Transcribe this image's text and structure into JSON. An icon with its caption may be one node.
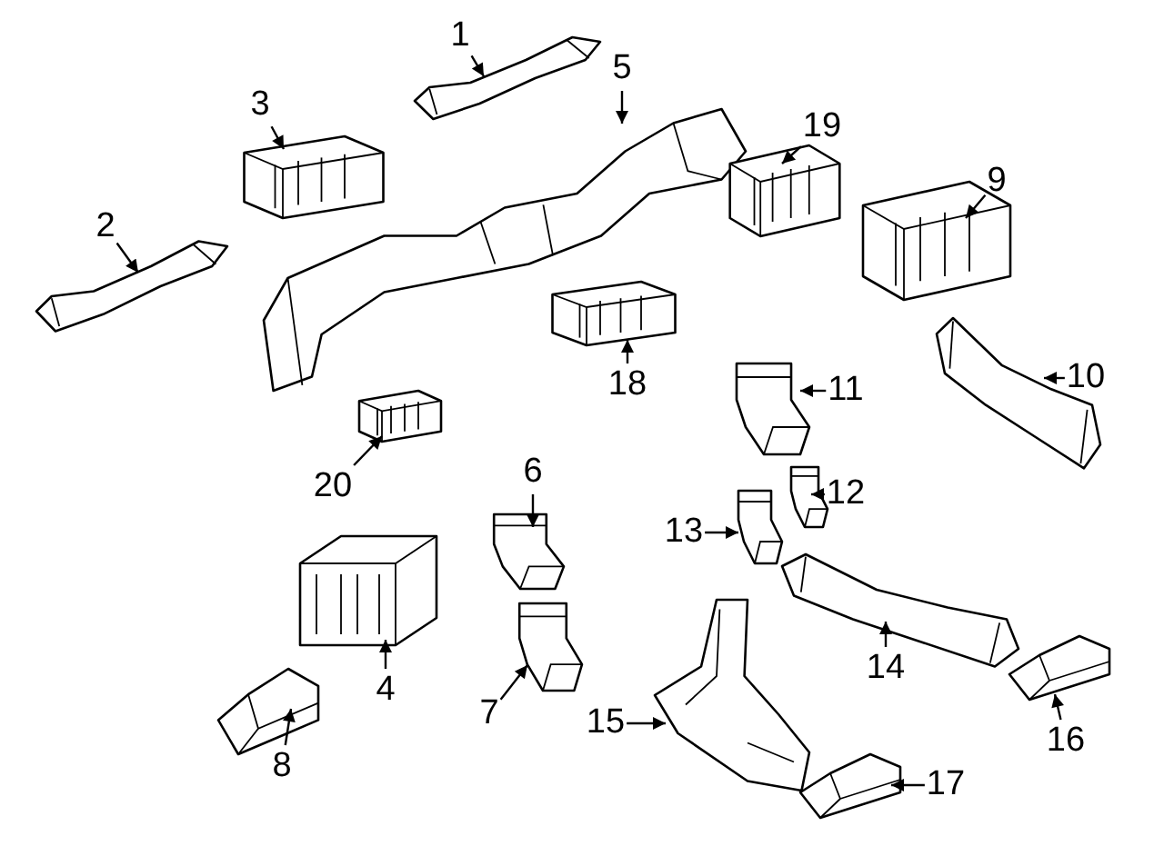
{
  "diagram": {
    "nodes": [
      {
        "text": [
          "1"
        ]
      },
      {
        "text": [
          "2"
        ]
      },
      {
        "text": [
          "3"
        ]
      },
      {
        "text": [
          "4"
        ]
      },
      {
        "text": [
          "5"
        ]
      },
      {
        "text": [
          "6"
        ]
      },
      {
        "text": [
          "7"
        ]
      },
      {
        "text": [
          "8"
        ]
      },
      {
        "text": [
          "9"
        ]
      },
      {
        "text": [
          "10"
        ]
      },
      {
        "text": [
          "11"
        ]
      },
      {
        "text": [
          "12"
        ]
      },
      {
        "text": [
          "13"
        ]
      },
      {
        "text": [
          "14"
        ]
      },
      {
        "text": [
          "15"
        ]
      },
      {
        "text": [
          "16"
        ]
      },
      {
        "text": [
          "17"
        ]
      },
      {
        "text": [
          "18"
        ]
      },
      {
        "text": [
          "19"
        ]
      },
      {
        "text": [
          "20"
        ]
      },
      {
        "text": [],
        "shape": "picture"
      },
      {
        "text": [],
        "shape": "picture"
      },
      {
        "text": [],
        "shape": "picture"
      },
      {
        "text": [],
        "shape": "picture"
      },
      {
        "text": [],
        "shape": "picture"
      },
      {
        "text": [],
        "shape": "picture"
      },
      {
        "text": [],
        "shape": "picture"
      },
      {
        "text": [],
        "shape": "picture"
      },
      {
        "text": [],
        "shape": "picture"
      },
      {
        "text": [],
        "shape": "picture"
      },
      {
        "text": [],
        "shape": "picture"
      },
      {
        "text": [],
        "shape": "picture"
      },
      {
        "text": [],
        "shape": "picture"
      },
      {
        "text": [],
        "shape": "picture"
      },
      {
        "text": [],
        "shape": "picture"
      },
      {
        "text": [],
        "shape": "picture"
      },
      {
        "text": [],
        "shape": "picture"
      },
      {
        "text": [],
        "shape": "picture"
      },
      {
        "text": [],
        "shape": "picture"
      },
      {
        "text": [],
        "shape": "picture"
      }
    ],
    "edges": [
      {
        "from": 0,
        "to": 20,
        "arrow": "to"
      },
      {
        "from": 1,
        "to": 21,
        "arrow": "to"
      },
      {
        "from": 2,
        "to": 22,
        "arrow": "to"
      },
      {
        "from": 3,
        "to": 23,
        "arrow": "to"
      },
      {
        "from": 4,
        "to": 24,
        "arrow": "to"
      },
      {
        "from": 5,
        "to": 25,
        "arrow": "to"
      },
      {
        "from": 6,
        "to": 26,
        "arrow": "to"
      },
      {
        "from": 7,
        "to": 27,
        "arrow": "to"
      },
      {
        "from": 8,
        "to": 28,
        "arrow": "to"
      },
      {
        "from": 9,
        "to": 29,
        "arrow": "to"
      },
      {
        "from": 10,
        "to": 30,
        "arrow": "to"
      },
      {
        "from": 11,
        "to": 31,
        "arrow": "to"
      },
      {
        "from": 12,
        "to": 32,
        "arrow": "to"
      },
      {
        "from": 13,
        "to": 33,
        "arrow": "to"
      },
      {
        "from": 14,
        "to": 34,
        "arrow": "to"
      },
      {
        "from": 15,
        "to": 35,
        "arrow": "to"
      },
      {
        "from": 16,
        "to": 36,
        "arrow": "to"
      },
      {
        "from": 17,
        "to": 37,
        "arrow": "to"
      },
      {
        "from": 18,
        "to": 38,
        "arrow": "to"
      },
      {
        "from": 19,
        "to": 39,
        "arrow": "to"
      }
    ]
  }
}
